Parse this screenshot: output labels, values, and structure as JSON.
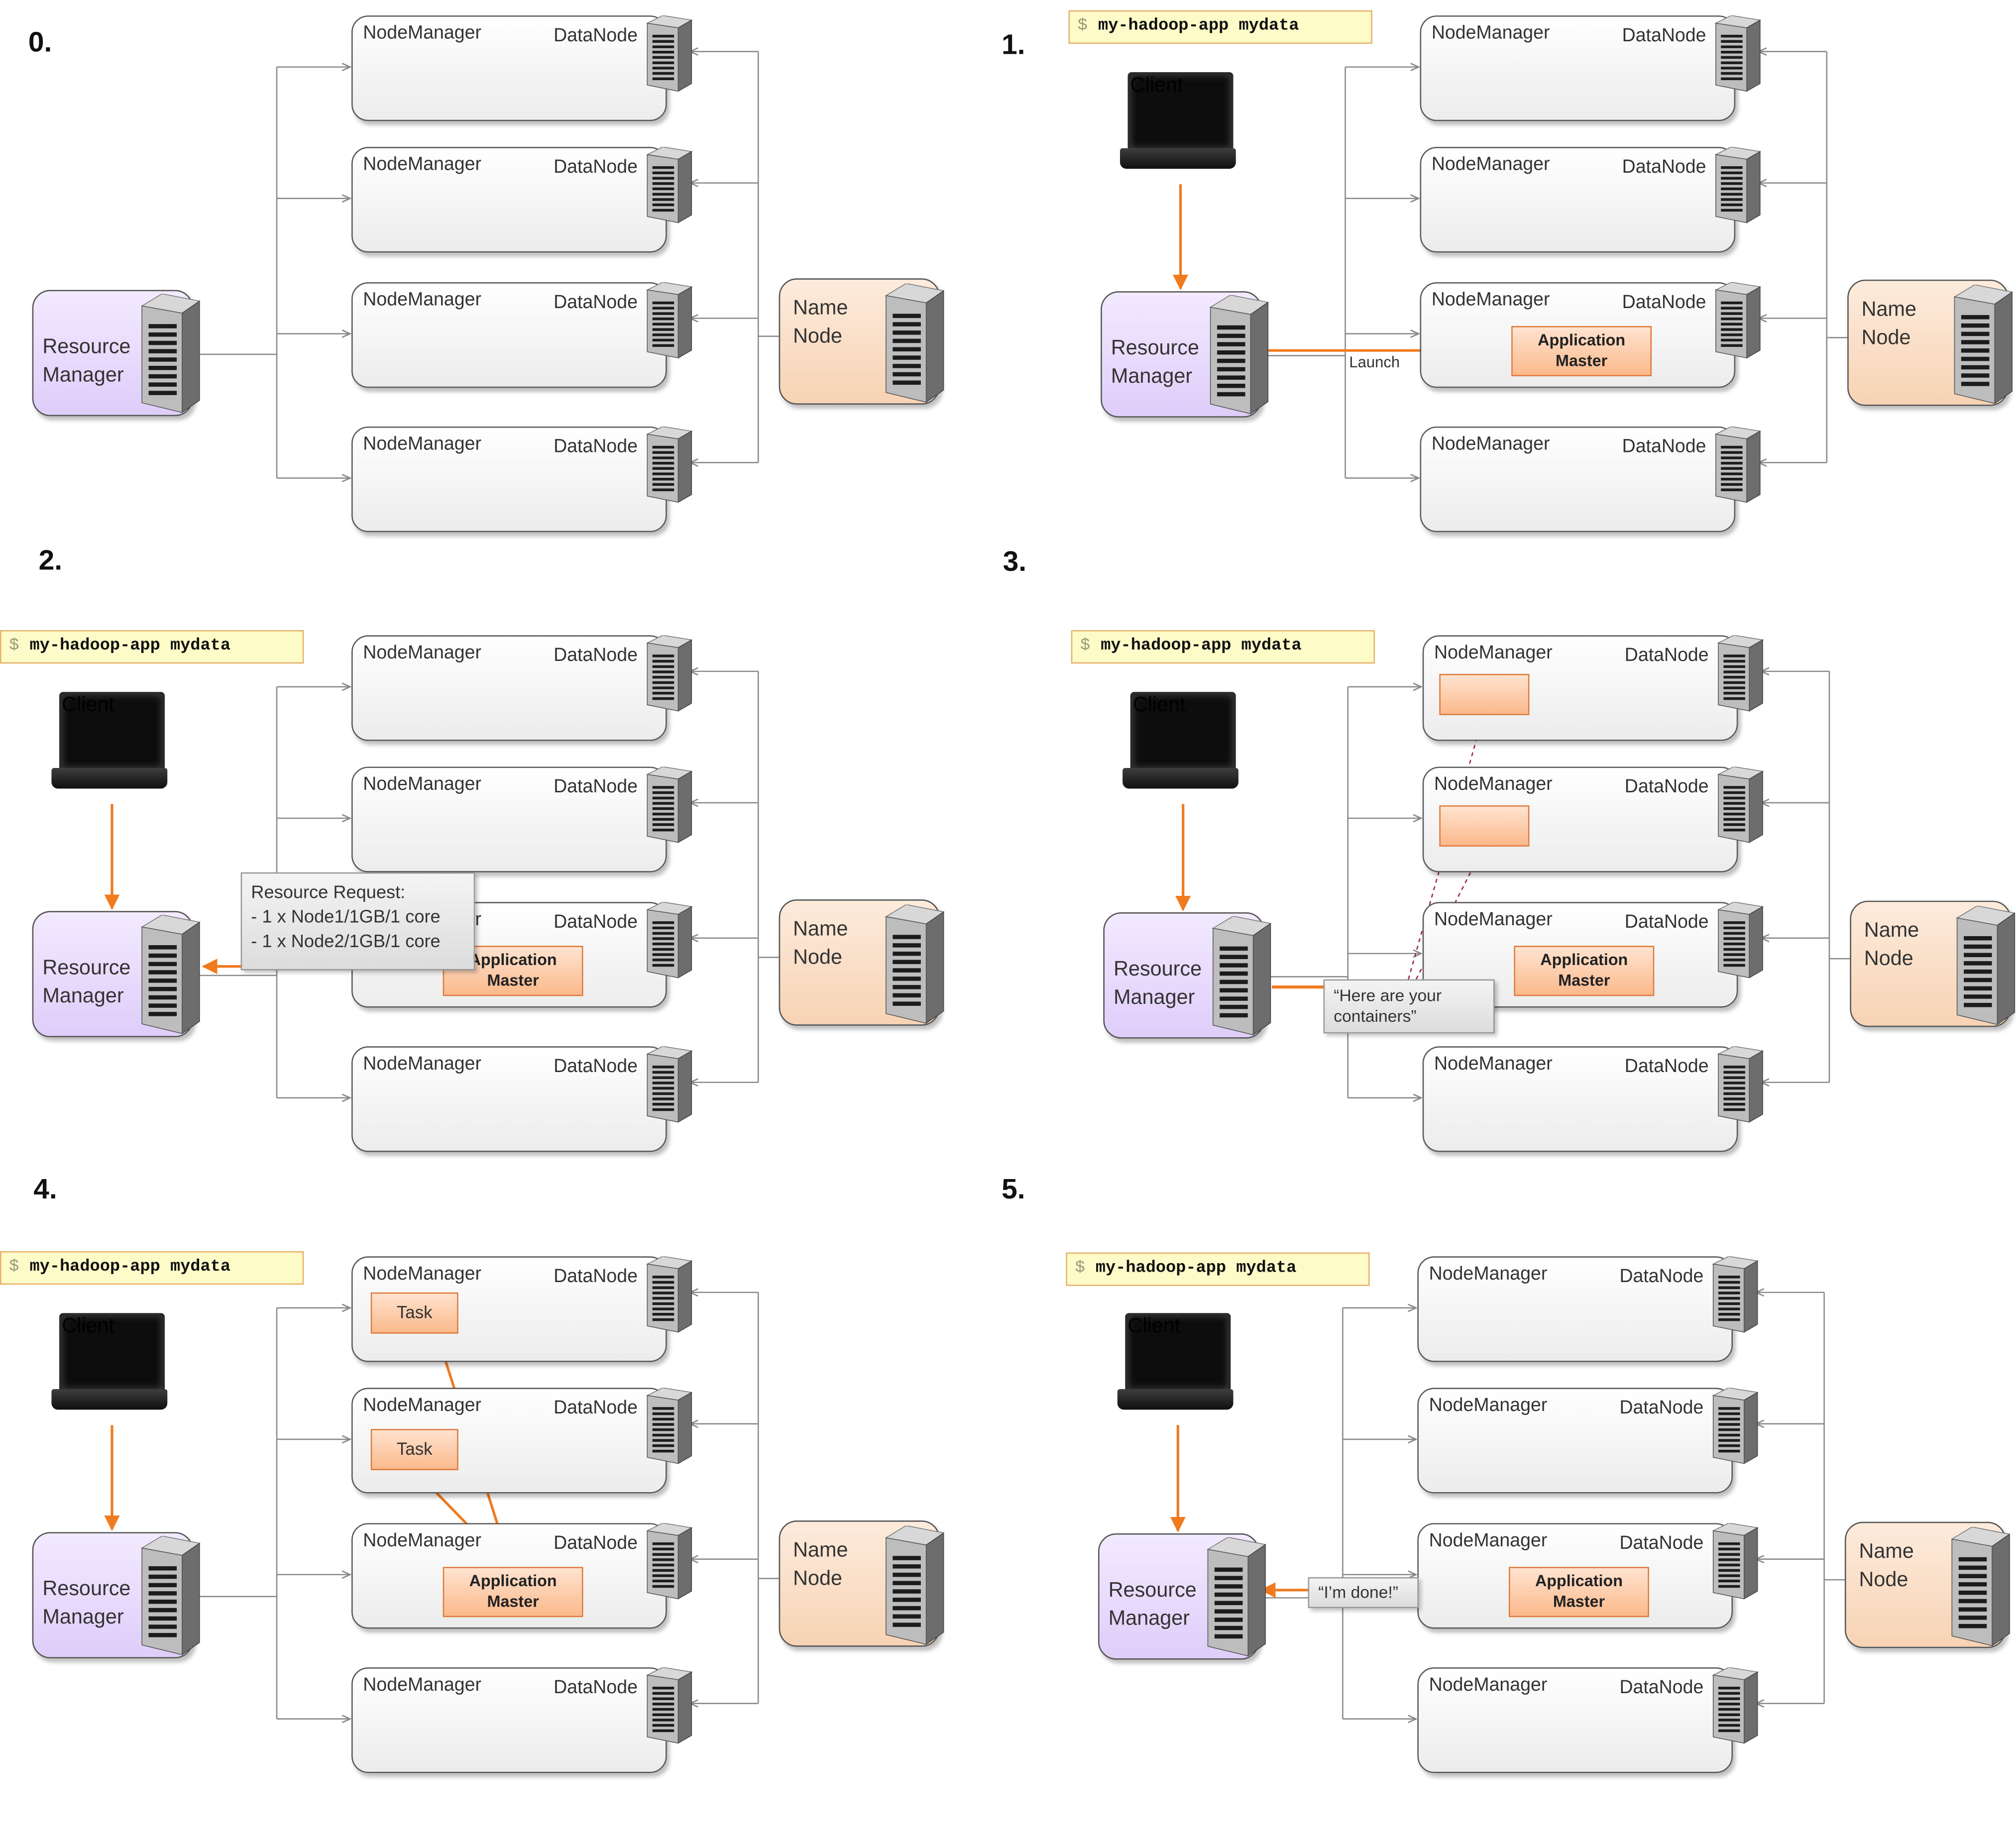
{
  "labels": {
    "node_manager": "NodeManager",
    "data_node": "DataNode",
    "resource_manager": [
      "Resource",
      "Manager"
    ],
    "name_node": [
      "Name",
      "Node"
    ],
    "client": "Client",
    "application_master": [
      "Application",
      "Master"
    ],
    "command_dollar": "$",
    "command": "my-hadoop-app mydata",
    "task": "Task"
  },
  "steps": [
    "0.",
    "1.",
    "2.",
    "3.",
    "4.",
    "5."
  ],
  "annotations": {
    "launch": "Launch",
    "resource_request": [
      "Resource Request:",
      "- 1 x Node1/1GB/1 core",
      "- 1 x Node2/1GB/1 core"
    ],
    "here_are_containers": [
      "“Here are your",
      "containers”"
    ],
    "im_done": "“I’m done!”"
  },
  "colors": {
    "resource_manager_fill": "#e2d2fb",
    "name_node_fill": "#f9dcc3",
    "app_master_fill": "#fbbf95",
    "arrow_orange": "#f07a1e",
    "connector_gray": "#8a8a8a",
    "container_arrow": "#a02050",
    "command_bg": "#fdfbc8"
  }
}
